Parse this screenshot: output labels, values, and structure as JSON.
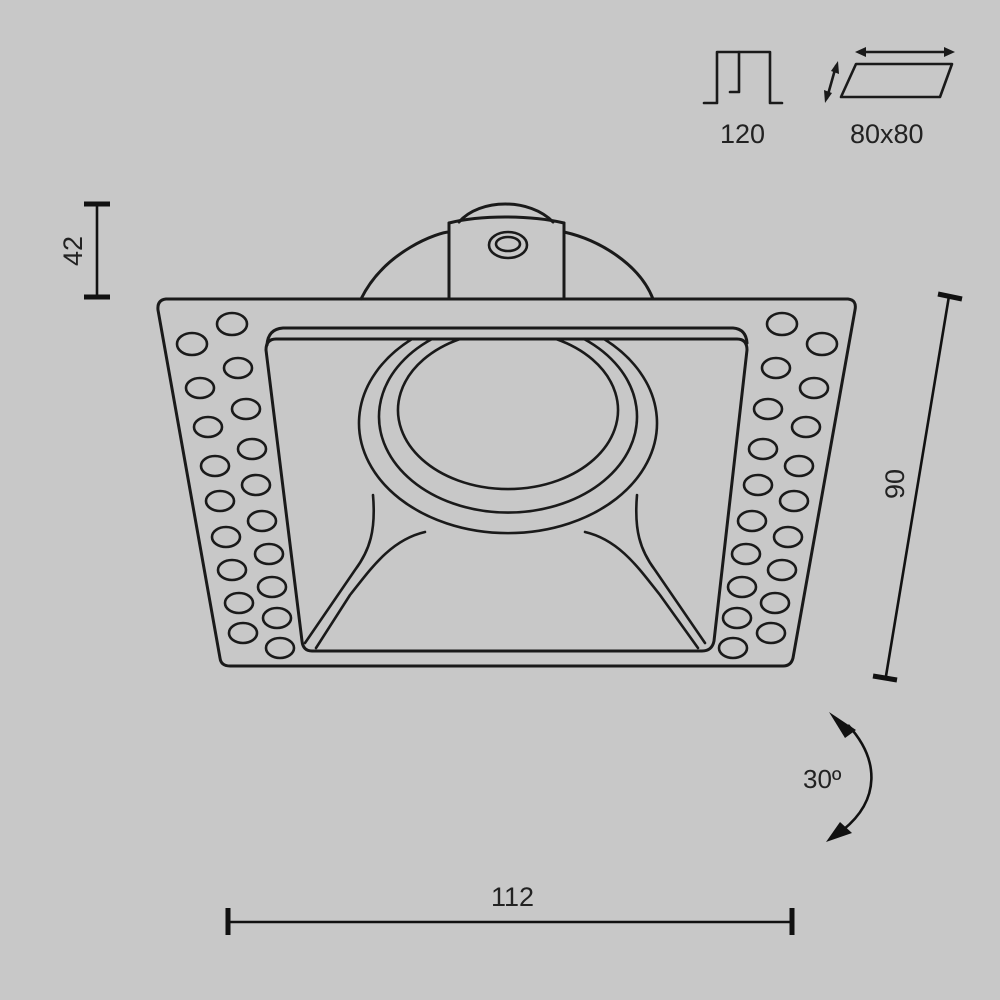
{
  "drawing": {
    "type": "technical-dimension-drawing",
    "subject": "square recessed trimless downlight frame",
    "background": "#c8c8c8",
    "line_color": "#1a1a1a"
  },
  "spec_icons": {
    "cutout_depth": {
      "icon": "recess-depth-icon",
      "value": "120"
    },
    "cutout_size": {
      "icon": "cutout-size-icon",
      "value": "80x80"
    }
  },
  "dimensions": {
    "height": "42",
    "depth": "90",
    "width": "112",
    "tilt_angle": "30º"
  }
}
